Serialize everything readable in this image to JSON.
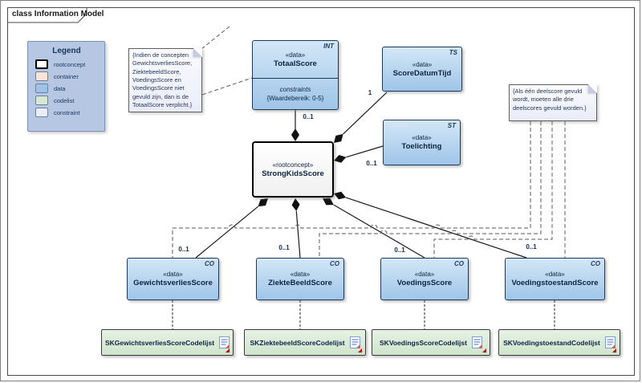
{
  "frame": {
    "title": "class Information Model"
  },
  "legend": {
    "title": "Legend",
    "items": [
      {
        "label": "rootconcept",
        "color": "#ffffff"
      },
      {
        "label": "container",
        "color": "#fbe4d5"
      },
      {
        "label": "data",
        "color": "#9dc3e6"
      },
      {
        "label": "codelist",
        "color": "#d6e8d2"
      },
      {
        "label": "constraint",
        "color": "#ebebfb"
      }
    ]
  },
  "notes": {
    "left": {
      "text": "{Indien de concepten GewichtsverliesScore, ZiektebeeldScore, VoedingsScore en VoedingsScore niet gevuld zijn, dan is de TotaalScore verplicht.}"
    },
    "right": {
      "text": "{Als één deelscore gevuld wordt, moeten alle drie deelscores gevuld worden.}"
    }
  },
  "classes": {
    "totaalscore": {
      "stereotype": "«data»",
      "name": "TotaalScore",
      "tag": "INT",
      "constraints_title": "constraints",
      "constraints_text": "{Waardebereik: 0-5}"
    },
    "scoredatumtijd": {
      "stereotype": "«data»",
      "name": "ScoreDatumTijd",
      "tag": "TS"
    },
    "toelichting": {
      "stereotype": "«data»",
      "name": "Toelichting",
      "tag": "ST"
    },
    "strongkidsscore": {
      "stereotype": "«rootconcept»",
      "name": "StrongKidsScore"
    },
    "gewichtsverliesscore": {
      "stereotype": "«data»",
      "name": "GewichtsverliesScore",
      "tag": "CO"
    },
    "ziektebeeldscore": {
      "stereotype": "«data»",
      "name": "ZiekteBeeldScore",
      "tag": "CO"
    },
    "voedingsscore": {
      "stereotype": "«data»",
      "name": "VoedingsScore",
      "tag": "CO"
    },
    "voedingstoestandscore": {
      "stereotype": "«data»",
      "name": "VoedingstoestandScore",
      "tag": "CO"
    }
  },
  "codelists": [
    {
      "name": "SKGewichtsverliesScoreCodelijst"
    },
    {
      "name": "SKZiektebeeldScoreCodelijst"
    },
    {
      "name": "SKVoedingsScoreCodelijst"
    },
    {
      "name": "SKVoedingstoestandCodelijst"
    }
  ],
  "multiplicities": {
    "totaalscore": "0..1",
    "scoredatumtijd": "1",
    "toelichting": "0..1",
    "gewichtsverliesscore": "0..1",
    "ziektebeeldscore": "0..1",
    "voedingsscore": "0..1",
    "voedingstoestandscore": "0..1"
  }
}
